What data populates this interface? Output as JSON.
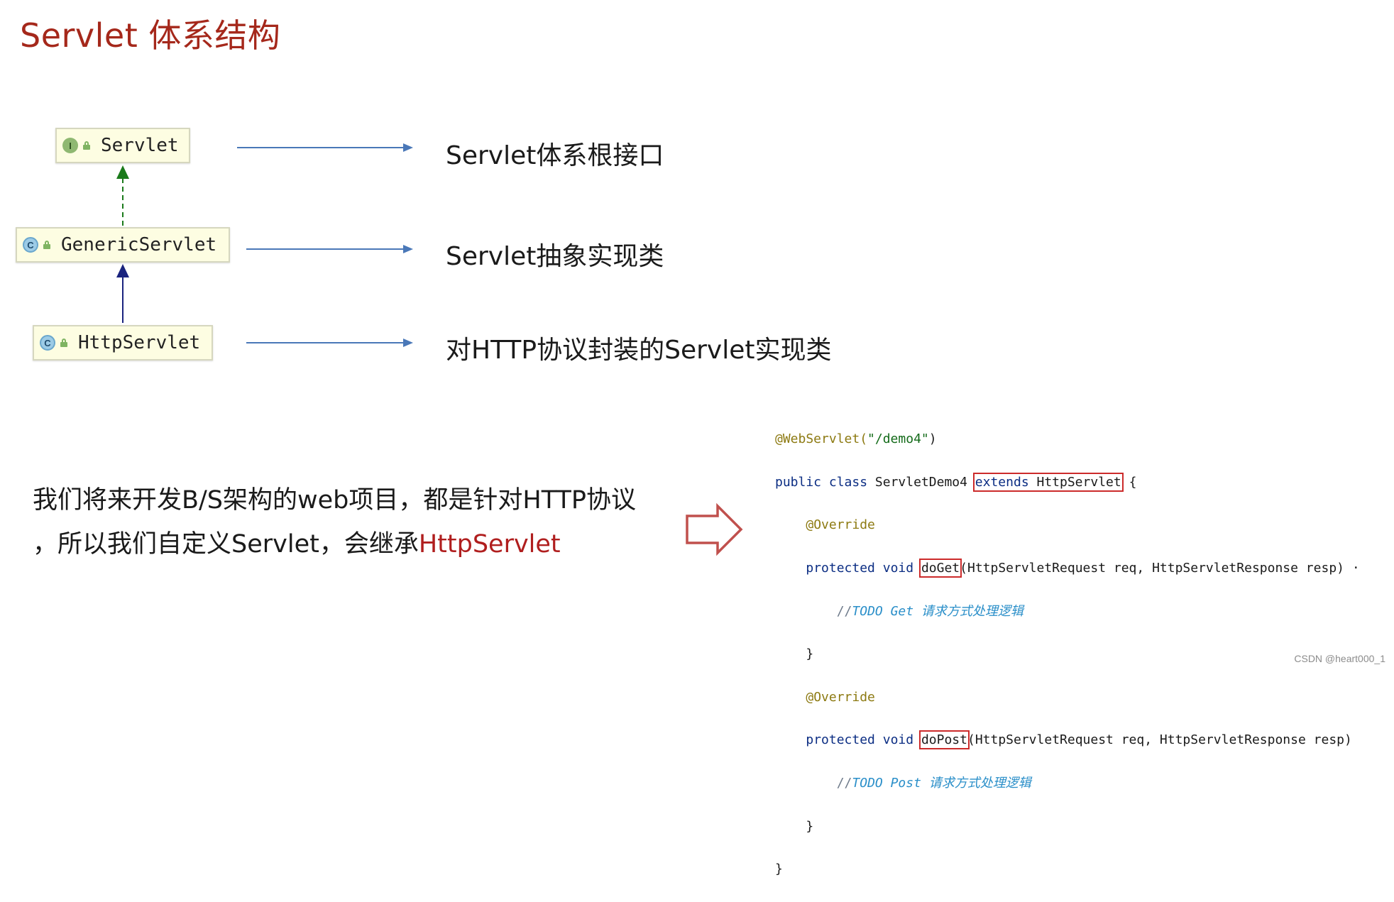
{
  "title": "Servlet 体系结构",
  "hierarchy": {
    "servlet": {
      "name": "Servlet",
      "icon": "I",
      "description": "Servlet体系根接口"
    },
    "generic": {
      "name": "GenericServlet",
      "icon": "C",
      "description": "Servlet抽象实现类"
    },
    "http": {
      "name": "HttpServlet",
      "icon": "C",
      "description": "对HTTP协议封装的Servlet实现类"
    }
  },
  "paragraph": {
    "line1": "我们将来开发B/S架构的web项目，都是针对HTTP协议",
    "line2_prefix": "，所以我们自定义Servlet，会继承",
    "line2_highlight": "HttpServlet"
  },
  "code": {
    "l1_ann": "@WebServlet(",
    "l1_str": "\"/demo4\"",
    "l1_end": ")",
    "l2_public": "public",
    "l2_class": "class",
    "l2_name": "ServletDemo4",
    "l2_extends": "extends",
    "l2_super": "HttpServlet",
    "l2_brace": "{",
    "override": "@Override",
    "protected": "protected",
    "void": "void",
    "doget": "doGet",
    "dopost": "doPost",
    "params": "(HttpServletRequest req, HttpServletResponse resp)",
    "doget_tail": " ·",
    "cm_slash": "//",
    "todo_get": "TODO Get 请求方式处理逻辑",
    "todo_post": "TODO Post 请求方式处理逻辑",
    "close_brace": "}"
  },
  "watermark": "CSDN @heart000_1",
  "colors": {
    "title": "#a5281b",
    "highlight": "#b01e1e",
    "arrow_blue": "#4a78b8",
    "dashed_green": "#1a7a1a",
    "solid_navy": "#1a237e",
    "code_box": "#cc2b2b"
  }
}
